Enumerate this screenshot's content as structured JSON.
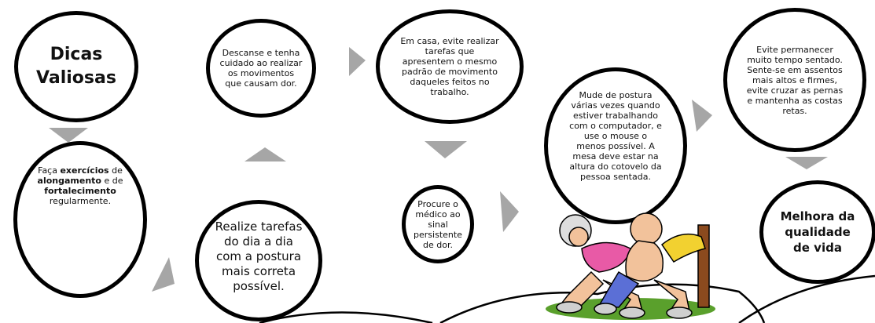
{
  "title": {
    "line1": "Dicas",
    "line2": "Valiosas"
  },
  "tips": {
    "exercise": {
      "prefix": "Faça ",
      "b1": "exercícios",
      "mid1": " de ",
      "b2": "alongamento",
      "mid2": " e de ",
      "b3": "fortalecimento",
      "suffix": " regularmente."
    },
    "posture_daily": "Realize tarefas do dia a dia com a postura mais correta possível.",
    "rest": "Descanse e tenha cuidado ao realizar os movimentos que causam dor.",
    "home": "Em casa, evite realizar tarefas que apresentem o mesmo padrão de movimento daqueles feitos no trabalho.",
    "doctor": "Procure o médico ao sinal persistente de dor.",
    "computer": "Mude de postura várias vezes quando estiver trabalhando com o computador, e use o mouse o menos possível. A mesa deve estar na altura do cotovelo da pessoa sentada.",
    "sitting": "Evite permanecer muito tempo sentado. Sente-se em assentos mais altos e firmes, evite cruzar as pernas e mantenha as costas retas.",
    "result": "Melhora da qualidade de vida"
  },
  "colors": {
    "arrow": "#a6a6a6",
    "outline": "#000000",
    "grass": "#5aa02c",
    "skin": "#f2c29b"
  }
}
